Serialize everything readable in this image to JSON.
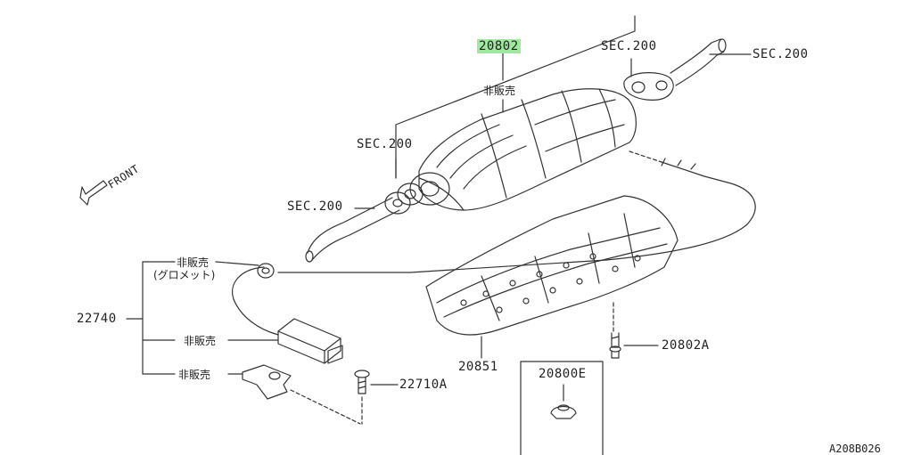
{
  "highlight_color": "#9fe89f",
  "labels": {
    "part_20802": "20802",
    "not_sold_top": "非販売",
    "sec200_top_left": "SEC.200",
    "sec200_top_right": "SEC.200",
    "sec200_mid": "SEC.200",
    "sec200_pipe_left": "SEC.200",
    "front": "FRONT",
    "not_sold_grommet": "非販売",
    "grommet": "(グロメット)",
    "part_22740": "22740",
    "not_sold_sensor": "非販売",
    "not_sold_bracket": "非販売",
    "part_22710A": "22710A",
    "part_20851": "20851",
    "part_20802A": "20802A",
    "part_20800E": "20800E",
    "diagram_code": "A208B026"
  }
}
